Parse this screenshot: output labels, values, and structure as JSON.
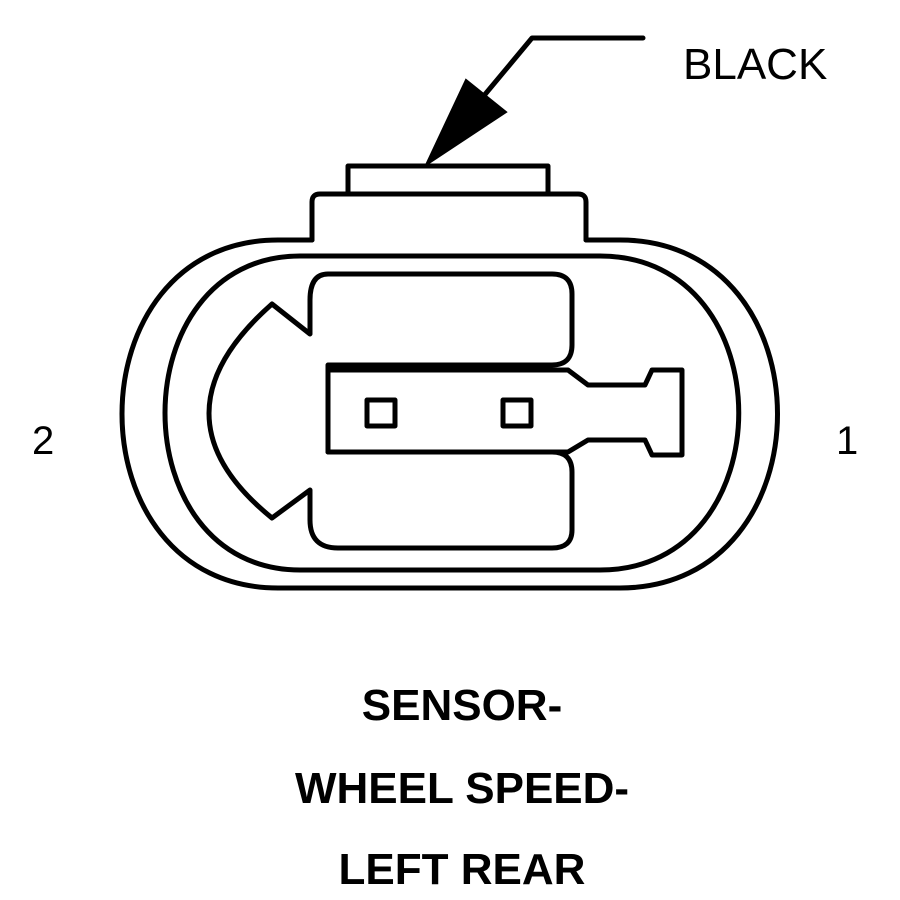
{
  "diagram": {
    "connector_color_label": "BLACK",
    "pins": [
      {
        "number": "1"
      },
      {
        "number": "2"
      }
    ],
    "title_lines": [
      "SENSOR-",
      "WHEEL SPEED-",
      "LEFT REAR"
    ]
  }
}
